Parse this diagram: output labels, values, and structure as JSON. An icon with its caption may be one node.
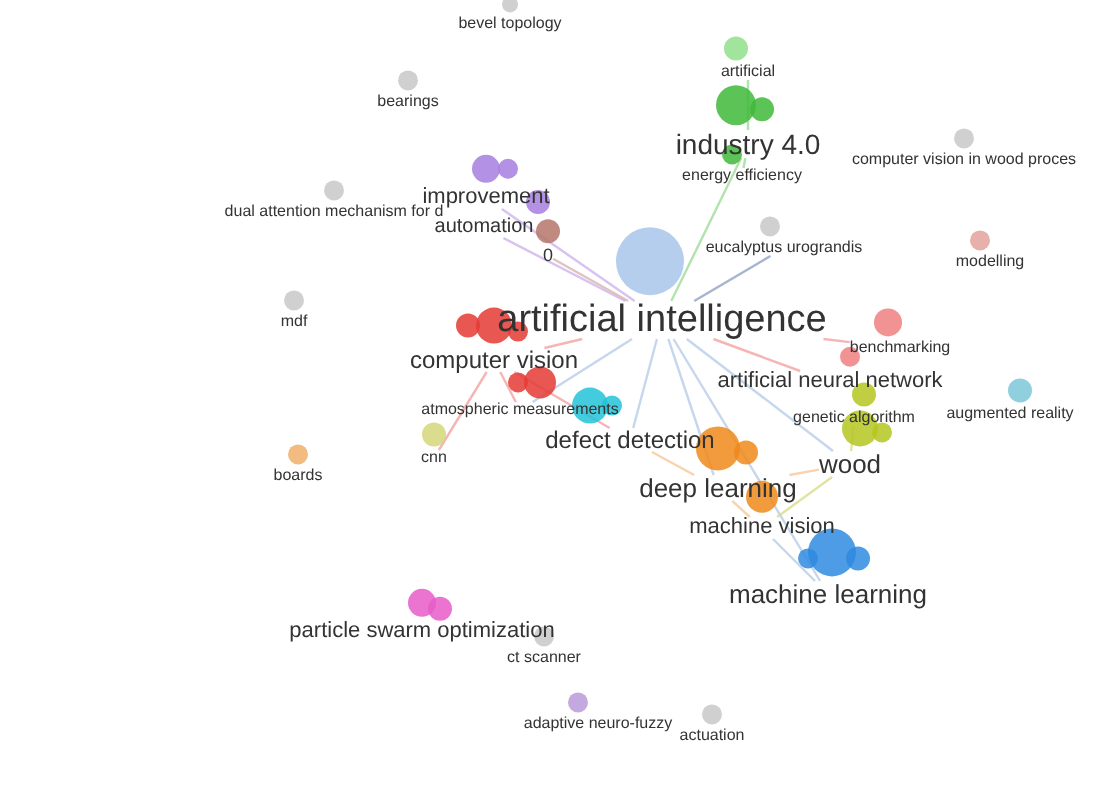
{
  "diagram": {
    "nodes": [
      {
        "text": [
          "bevel topology"
        ]
      },
      {
        "text": [
          "bearings"
        ]
      },
      {
        "text": [
          "industry 4.0"
        ]
      },
      {
        "text": [
          "artificial"
        ]
      },
      {
        "text": [
          "energy efficiency"
        ]
      },
      {
        "text": [
          "computer vision in wood proces"
        ]
      },
      {
        "text": [
          "improvement"
        ]
      },
      {
        "text": [
          "automation"
        ]
      },
      {
        "text": [
          "0"
        ]
      },
      {
        "text": [
          "eucalyptus urograndis"
        ]
      },
      {
        "text": [
          "dual attention mechanism for d"
        ]
      },
      {
        "text": [
          "modelling"
        ]
      },
      {
        "text": [
          "artificial intelligence"
        ]
      },
      {
        "text": [
          "mdf"
        ]
      },
      {
        "text": [
          "computer vision"
        ]
      },
      {
        "text": [
          "benchmarking"
        ]
      },
      {
        "text": [
          "artificial neural network"
        ]
      },
      {
        "text": [
          "atmospheric measurements"
        ]
      },
      {
        "text": [
          "genetic algorithm"
        ]
      },
      {
        "text": [
          "augmented reality"
        ]
      },
      {
        "text": [
          "defect detection"
        ]
      },
      {
        "text": [
          "cnn"
        ]
      },
      {
        "text": [
          "boards"
        ]
      },
      {
        "text": [
          "wood"
        ]
      },
      {
        "text": [
          "deep learning"
        ]
      },
      {
        "text": [
          "machine vision"
        ]
      },
      {
        "text": [
          "machine learning"
        ]
      },
      {
        "text": [
          "particle swarm optimization"
        ]
      },
      {
        "text": [
          "ct scanner"
        ]
      },
      {
        "text": [
          "adaptive neuro-fuzzy"
        ]
      },
      {
        "text": [
          "actuation"
        ]
      }
    ],
    "edges": [
      {
        "from": 12,
        "to": 2,
        "arrow": "none",
        "color": "#9fdc9a"
      },
      {
        "from": 2,
        "to": 3,
        "arrow": "none",
        "color": "#9fdc9a"
      },
      {
        "from": 2,
        "to": 4,
        "arrow": "none",
        "color": "#9fdc9a"
      },
      {
        "from": 12,
        "to": 6,
        "arrow": "none",
        "color": "#cdb3ec"
      },
      {
        "from": 12,
        "to": 7,
        "arrow": "none",
        "color": "#cdb3ec"
      },
      {
        "from": 12,
        "to": 8,
        "arrow": "none",
        "color": "#d8b4ae"
      },
      {
        "from": 12,
        "to": 9,
        "arrow": "none",
        "color": "#8ea3c4"
      },
      {
        "from": 12,
        "to": 14,
        "arrow": "none",
        "color": "#f4a3a3"
      },
      {
        "from": 12,
        "to": 15,
        "arrow": "none",
        "color": "#f4a3a3"
      },
      {
        "from": 12,
        "to": 16,
        "arrow": "none",
        "color": "#f4a3a3"
      },
      {
        "from": 12,
        "to": 17,
        "arrow": "none"
      },
      {
        "from": 12,
        "to": 20,
        "arrow": "none"
      },
      {
        "from": 12,
        "to": 24,
        "arrow": "none"
      },
      {
        "from": 12,
        "to": 23,
        "arrow": "none"
      },
      {
        "from": 12,
        "to": 26,
        "arrow": "none"
      },
      {
        "from": 14,
        "to": 17,
        "arrow": "none",
        "color": "#f4a3a3"
      },
      {
        "from": 14,
        "to": 20,
        "arrow": "none",
        "color": "#f4a3a3"
      },
      {
        "from": 14,
        "to": 21,
        "arrow": "none",
        "color": "#f4a3a3"
      },
      {
        "from": 24,
        "to": 20,
        "arrow": "none",
        "color": "#f7c79a"
      },
      {
        "from": 24,
        "to": 25,
        "arrow": "none",
        "color": "#f7c79a"
      },
      {
        "from": 24,
        "to": 23,
        "arrow": "none",
        "color": "#f7c79a"
      },
      {
        "from": 25,
        "to": 26,
        "arrow": "none"
      },
      {
        "from": 23,
        "to": 18,
        "arrow": "none",
        "color": "#d9dc8a"
      },
      {
        "from": 23,
        "to": 25,
        "arrow": "none",
        "color": "#d9dc8a"
      }
    ]
  }
}
